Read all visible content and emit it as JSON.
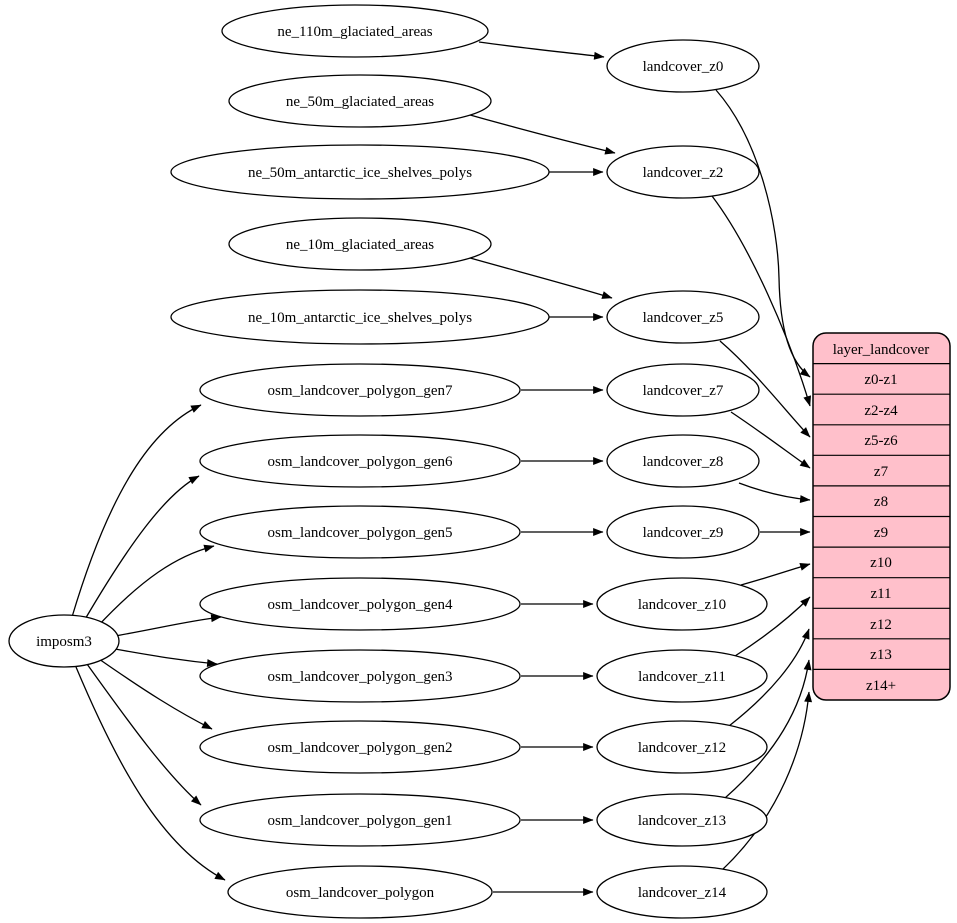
{
  "diagram": {
    "kind": "graphviz-dependency-diagram",
    "background_color": "#ffffff",
    "node_fill": "#ffffff",
    "node_stroke": "#000000",
    "edge_color": "#000000",
    "text_color": "#000000"
  },
  "nodes": {
    "importer": "imposm3",
    "sources": [
      "ne_110m_glaciated_areas",
      "ne_50m_glaciated_areas",
      "ne_50m_antarctic_ice_shelves_polys",
      "ne_10m_glaciated_areas",
      "ne_10m_antarctic_ice_shelves_polys",
      "osm_landcover_polygon_gen7",
      "osm_landcover_polygon_gen6",
      "osm_landcover_polygon_gen5",
      "osm_landcover_polygon_gen4",
      "osm_landcover_polygon_gen3",
      "osm_landcover_polygon_gen2",
      "osm_landcover_polygon_gen1",
      "osm_landcover_polygon"
    ],
    "intermediates": [
      "landcover_z0",
      "landcover_z2",
      "landcover_z5",
      "landcover_z7",
      "landcover_z8",
      "landcover_z9",
      "landcover_z10",
      "landcover_z11",
      "landcover_z12",
      "landcover_z13",
      "landcover_z14"
    ]
  },
  "record": {
    "title": "layer_landcover",
    "fill": "#ffc0cb",
    "rows": [
      "z0-z1",
      "z2-z4",
      "z5-z6",
      "z7",
      "z8",
      "z9",
      "z10",
      "z11",
      "z12",
      "z13",
      "z14+"
    ]
  },
  "edges": {
    "from_importer": [
      [
        "imposm3",
        "osm_landcover_polygon_gen7"
      ],
      [
        "imposm3",
        "osm_landcover_polygon_gen6"
      ],
      [
        "imposm3",
        "osm_landcover_polygon_gen5"
      ],
      [
        "imposm3",
        "osm_landcover_polygon_gen4"
      ],
      [
        "imposm3",
        "osm_landcover_polygon_gen3"
      ],
      [
        "imposm3",
        "osm_landcover_polygon_gen2"
      ],
      [
        "imposm3",
        "osm_landcover_polygon_gen1"
      ],
      [
        "imposm3",
        "osm_landcover_polygon"
      ]
    ],
    "source_to_intermediate": [
      [
        "ne_110m_glaciated_areas",
        "landcover_z0"
      ],
      [
        "ne_50m_glaciated_areas",
        "landcover_z2"
      ],
      [
        "ne_50m_antarctic_ice_shelves_polys",
        "landcover_z2"
      ],
      [
        "ne_10m_glaciated_areas",
        "landcover_z5"
      ],
      [
        "ne_10m_antarctic_ice_shelves_polys",
        "landcover_z5"
      ],
      [
        "osm_landcover_polygon_gen7",
        "landcover_z7"
      ],
      [
        "osm_landcover_polygon_gen6",
        "landcover_z8"
      ],
      [
        "osm_landcover_polygon_gen5",
        "landcover_z9"
      ],
      [
        "osm_landcover_polygon_gen4",
        "landcover_z10"
      ],
      [
        "osm_landcover_polygon_gen3",
        "landcover_z11"
      ],
      [
        "osm_landcover_polygon_gen2",
        "landcover_z12"
      ],
      [
        "osm_landcover_polygon_gen1",
        "landcover_z13"
      ],
      [
        "osm_landcover_polygon",
        "landcover_z14"
      ]
    ],
    "intermediate_to_row": [
      [
        "landcover_z0",
        "z0-z1"
      ],
      [
        "landcover_z2",
        "z2-z4"
      ],
      [
        "landcover_z5",
        "z5-z6"
      ],
      [
        "landcover_z7",
        "z7"
      ],
      [
        "landcover_z8",
        "z8"
      ],
      [
        "landcover_z9",
        "z9"
      ],
      [
        "landcover_z10",
        "z10"
      ],
      [
        "landcover_z11",
        "z11"
      ],
      [
        "landcover_z12",
        "z12"
      ],
      [
        "landcover_z13",
        "z13"
      ],
      [
        "landcover_z14",
        "z14+"
      ]
    ]
  }
}
